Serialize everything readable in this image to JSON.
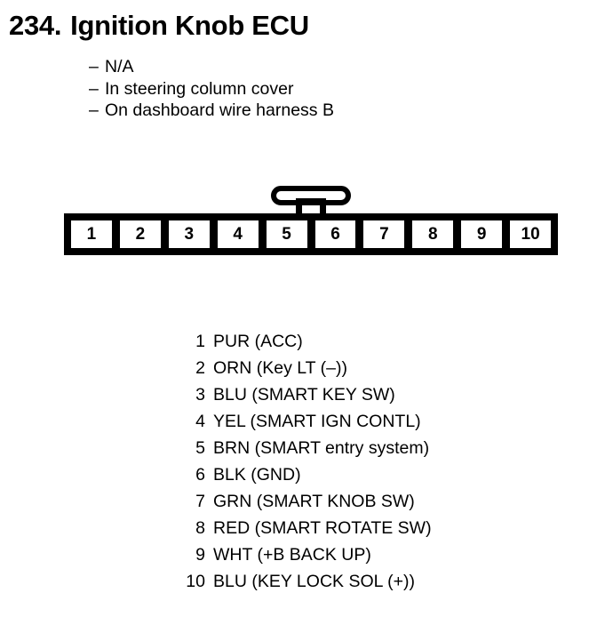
{
  "header": {
    "number": "234.",
    "title": "Ignition Knob ECU",
    "full_title": "234. Ignition Knob ECU"
  },
  "notes": {
    "dash": "–",
    "items": [
      "N/A",
      "In steering column cover",
      "On dashboard wire harness B"
    ]
  },
  "connector": {
    "type": "10-pin inline connector",
    "latch_position": "top-center, between pin 5 and pin 6",
    "pin_count": 10,
    "pins": [
      "1",
      "2",
      "3",
      "4",
      "5",
      "6",
      "7",
      "8",
      "9",
      "10"
    ]
  },
  "pin_legend": [
    {
      "number": "1",
      "description": "PUR (ACC)"
    },
    {
      "number": "2",
      "description": "ORN (Key LT (–))"
    },
    {
      "number": "3",
      "description": "BLU (SMART KEY SW)"
    },
    {
      "number": "4",
      "description": "YEL (SMART IGN CONTL)"
    },
    {
      "number": "5",
      "description": "BRN (SMART entry system)"
    },
    {
      "number": "6",
      "description": "BLK (GND)"
    },
    {
      "number": "7",
      "description": "GRN (SMART KNOB SW)"
    },
    {
      "number": "8",
      "description": "RED (SMART ROTATE SW)"
    },
    {
      "number": "9",
      "description": "WHT (+B BACK UP)"
    },
    {
      "number": "10",
      "description": "BLU (KEY LOCK SOL (+))"
    }
  ],
  "colors": {
    "ink": "#000000",
    "background": "#ffffff"
  }
}
